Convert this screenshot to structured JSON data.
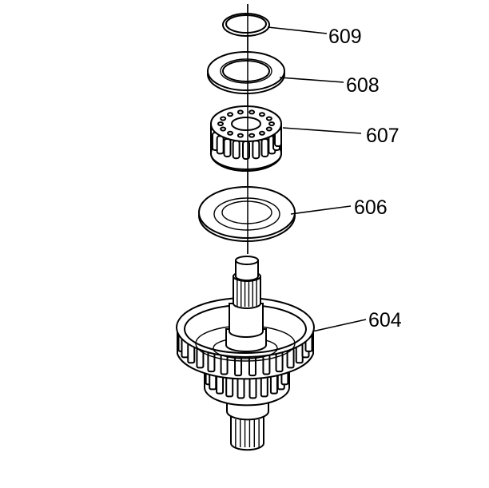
{
  "parts": [
    {
      "id": "ring",
      "label": "609"
    },
    {
      "id": "washer",
      "label": "608"
    },
    {
      "id": "bearing",
      "label": "607"
    },
    {
      "id": "plate",
      "label": "606"
    },
    {
      "id": "shaft_drum",
      "label": "604"
    }
  ]
}
